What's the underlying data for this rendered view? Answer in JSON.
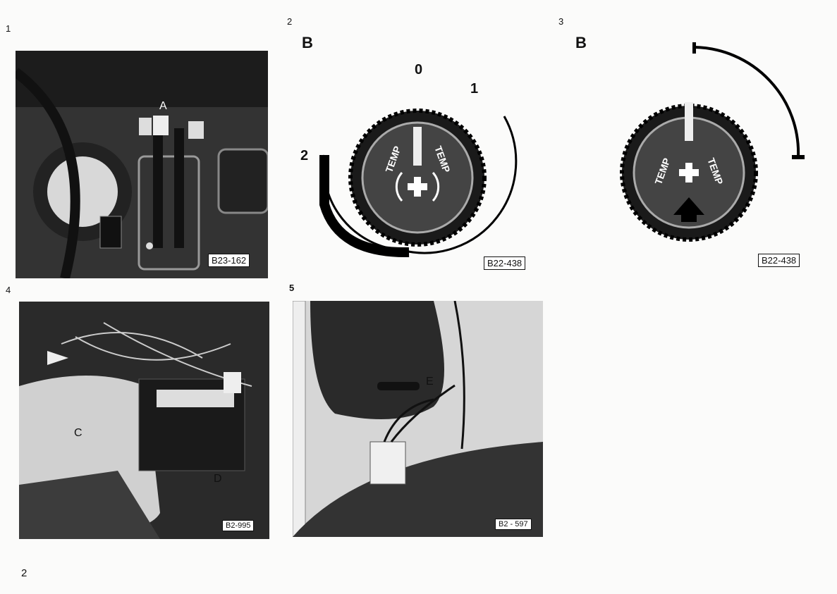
{
  "page_number": "2",
  "figures": [
    {
      "number": "1",
      "code": "B23-162",
      "callouts": [
        "A"
      ]
    },
    {
      "number": "2",
      "code": "B22-438",
      "heading": "B",
      "positions": [
        "0",
        "1",
        "2"
      ],
      "dial_text": "TEMP"
    },
    {
      "number": "3",
      "code": "B22-438",
      "heading": "B",
      "dial_text": "TEMP"
    },
    {
      "number": "4",
      "code": "B2-995",
      "callouts": [
        "C",
        "D"
      ]
    },
    {
      "number": "5",
      "code": "B2 - 597",
      "callouts": [
        "E"
      ]
    }
  ]
}
